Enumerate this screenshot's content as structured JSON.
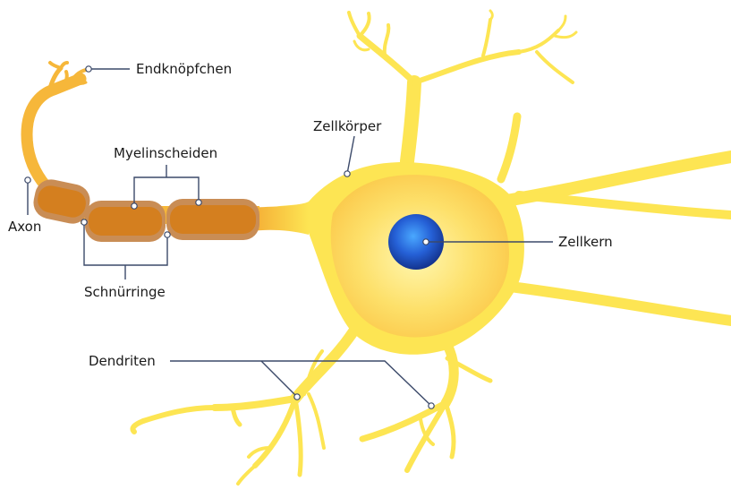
{
  "labels": {
    "endknoepfchen": "Endknöpfchen",
    "myelinscheiden": "Myelinscheiden",
    "zellkoerper": "Zellkörper",
    "axon": "Axon",
    "zellkern": "Zellkern",
    "schnuerringe": "Schnürringe",
    "dendriten": "Dendriten"
  },
  "colors": {
    "cell_body": "#fde553",
    "cell_inner": "#fbcd4f",
    "nucleus": "#1f55c4",
    "axon": "#f6b73a",
    "myelin": "#d47f1f",
    "myelin_outer": "#c98d55",
    "leader_line": "#3c4a6a"
  }
}
